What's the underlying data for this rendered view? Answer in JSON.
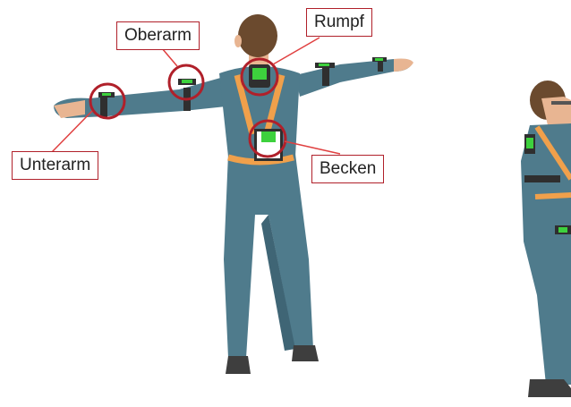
{
  "labels": {
    "oberarm": "Oberarm",
    "rumpf": "Rumpf",
    "unterarm": "Unterarm",
    "becken": "Becken"
  },
  "colors": {
    "suit": "#4f7b8c",
    "suit_shadow": "#3f6575",
    "strap": "#f0a04b",
    "sensor": "#2f2f2f",
    "sensor_led": "#3dd13d",
    "callout": "#b0202a",
    "skin": "#e8b592",
    "hair": "#6b4a2e",
    "boot": "#3e3e3e"
  },
  "icons": [
    "sensor-unterarm-icon",
    "sensor-oberarm-icon",
    "sensor-rumpf-icon",
    "sensor-becken-icon"
  ]
}
